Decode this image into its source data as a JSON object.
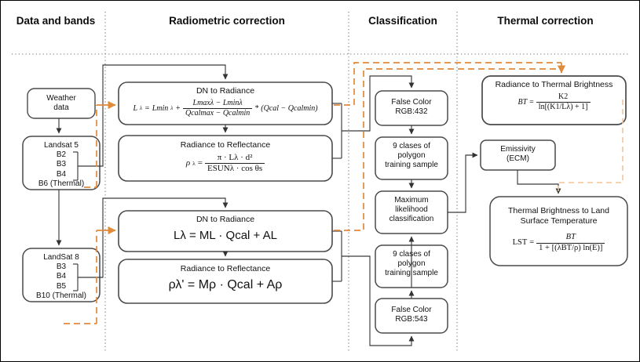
{
  "figure": {
    "kind": "flowchart",
    "title": "Land Surface Temperature processing workflow",
    "accent_color": "#E08A3C",
    "line_color": "#404040",
    "divider_color": "#808080"
  },
  "columns": [
    {
      "id": "data-and-bands",
      "label": "Data and bands"
    },
    {
      "id": "radiometric-correction",
      "label": "Radiometric correction"
    },
    {
      "id": "classification",
      "label": "Classification"
    },
    {
      "id": "thermal-correction",
      "label": "Thermal correction"
    }
  ],
  "nodes": {
    "weather": {
      "line1": "Weather",
      "line2": "data"
    },
    "landsat5": {
      "title": "Landsat 5",
      "bands": [
        "B2",
        "B3",
        "B4"
      ],
      "thermal": "B6 (Thermal)"
    },
    "landsat8": {
      "title": "LandSat 8",
      "bands": [
        "B3",
        "B4",
        "B5"
      ],
      "thermal": "B10 (Thermal)"
    },
    "dn_rad_l5": {
      "title": "DN to Radiance",
      "formula_text": "Lλ = Lminλ + (Lmaxλ − Lminλ)/(Qcalmax − Qcalmin) * (Qcal − Qcalmin)",
      "lhs": "L",
      "lhs_sub": "λ",
      "eq": "=",
      "term1": "Lmin",
      "term1_sub": "λ",
      "plus": "+",
      "num": "Lmaxλ − Lminλ",
      "den": "Qcalmax − Qcalmin",
      "star": "*",
      "tail": "(Qcal − Qcalmin)"
    },
    "rad_ref_l5": {
      "title": "Radiance to Reflectance",
      "formula_text": "ρλ = (π · Lλ · d²) / (ESUNλ · cos θs)",
      "lhs": "ρ",
      "lhs_sub": "λ",
      "eq": "=",
      "num": "π · Lλ · d²",
      "den": "ESUNλ · cos θs"
    },
    "dn_rad_l8": {
      "title": "DN to Radiance",
      "formula_text": "Lλ = ML · Qcal + AL"
    },
    "rad_ref_l8": {
      "title": "Radiance to Reflectance",
      "formula_text": "ρλ' = Mρ · Qcal + Aρ"
    },
    "false_color_432": {
      "line1": "False Color",
      "line2": "RGB:432"
    },
    "training_top": {
      "line1": "9 clases of",
      "line2": "polygon",
      "line3": "training sample"
    },
    "maxlike": {
      "line1": "Maximum",
      "line2": "likelihood",
      "line3": "classification"
    },
    "training_bottom": {
      "line1": "9 clases of",
      "line2": "polygon",
      "line3": "training sample"
    },
    "false_color_543": {
      "line1": "False Color",
      "line2": "RGB:543"
    },
    "rad_thermal": {
      "title": "Radiance to Thermal Brightness",
      "formula_text": "BT = K2 / ln[(K1/Lλ) + 1]",
      "lhs": "BT",
      "eq": "=",
      "num": "K2",
      "den": "ln[(K1/Lλ) + 1]"
    },
    "emissivity": {
      "line1": "Emissivity",
      "line2": "(ECM)"
    },
    "lst": {
      "title_l1": "Thermal Brightness to Land",
      "title_l2": "Surface Temperature",
      "formula_text": "LST = BT / (1 + [(λBT/ρ) ln(E)])",
      "lhs": "LST",
      "eq": "=",
      "num": "BT",
      "den": "1 + [(λBT/ρ) ln(E)]"
    }
  }
}
